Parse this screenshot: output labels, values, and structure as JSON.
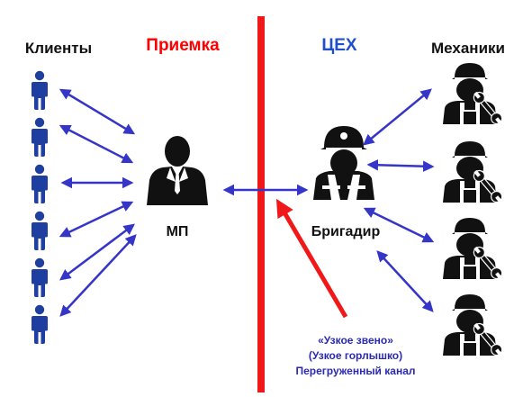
{
  "labels": {
    "clients": "Клиенты",
    "reception": "Приемка",
    "workshop": "ЦЕХ",
    "mechanics": "Механики",
    "manager": "МП",
    "foreman": "Бригадир"
  },
  "bottleneck": {
    "line1": "«Узкое звено»",
    "line2": "(Узкое горлышко)",
    "line3": "Перегруженный канал"
  },
  "colors": {
    "reception": "#ff0000",
    "workshop": "#1f4fcf",
    "divider": "#f01818",
    "arrows": "#3535c8",
    "people": "#1e3ea0",
    "icons": "#111111",
    "bottleneck_text": "#2a2ab0"
  },
  "icons": {
    "client": "person-icon",
    "manager": "manager-icon",
    "foreman": "foreman-icon",
    "mechanic": "mechanic-icon"
  }
}
